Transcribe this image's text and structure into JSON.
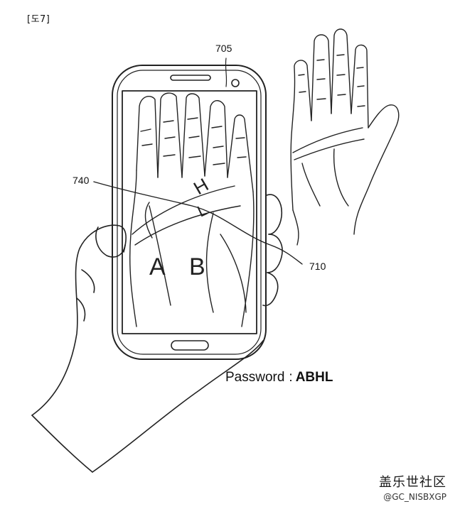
{
  "figure_label": "[도7]",
  "refs": {
    "phone": "705",
    "line": "740",
    "palm": "710"
  },
  "screen_letters": {
    "h": "H",
    "l_top": "L",
    "a": "A",
    "b": "B"
  },
  "password": {
    "label": "Password",
    "separator": ":",
    "value": "ABHL"
  },
  "watermark": {
    "brand": "盖乐世社区",
    "handle": "@GC_NISBXGP"
  }
}
